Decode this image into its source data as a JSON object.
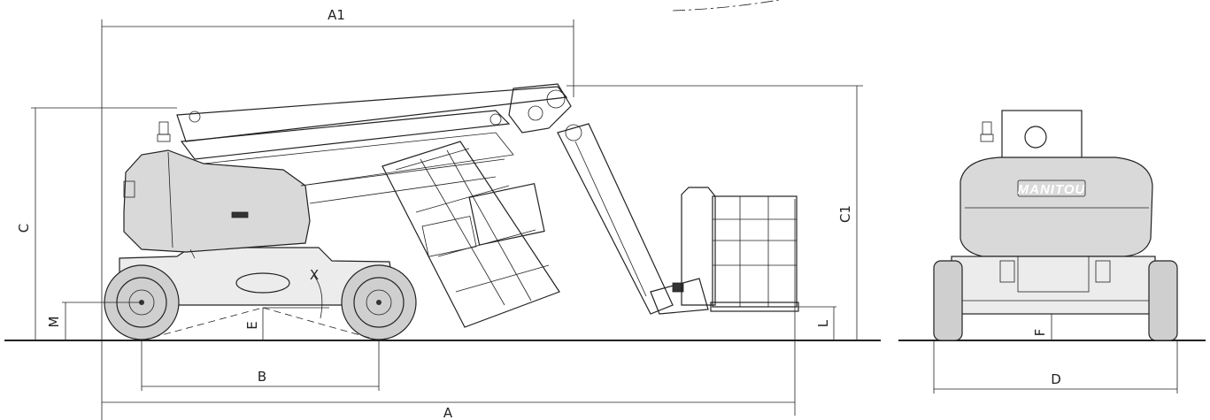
{
  "drawing": {
    "brand_text": "MANITOU",
    "dimension_labels": {
      "A1": "A1",
      "A": "A",
      "B": "B",
      "C": "C",
      "C1": "C1",
      "D": "D",
      "E": "E",
      "F": "F",
      "L": "L",
      "M": "M",
      "X": "X"
    }
  }
}
